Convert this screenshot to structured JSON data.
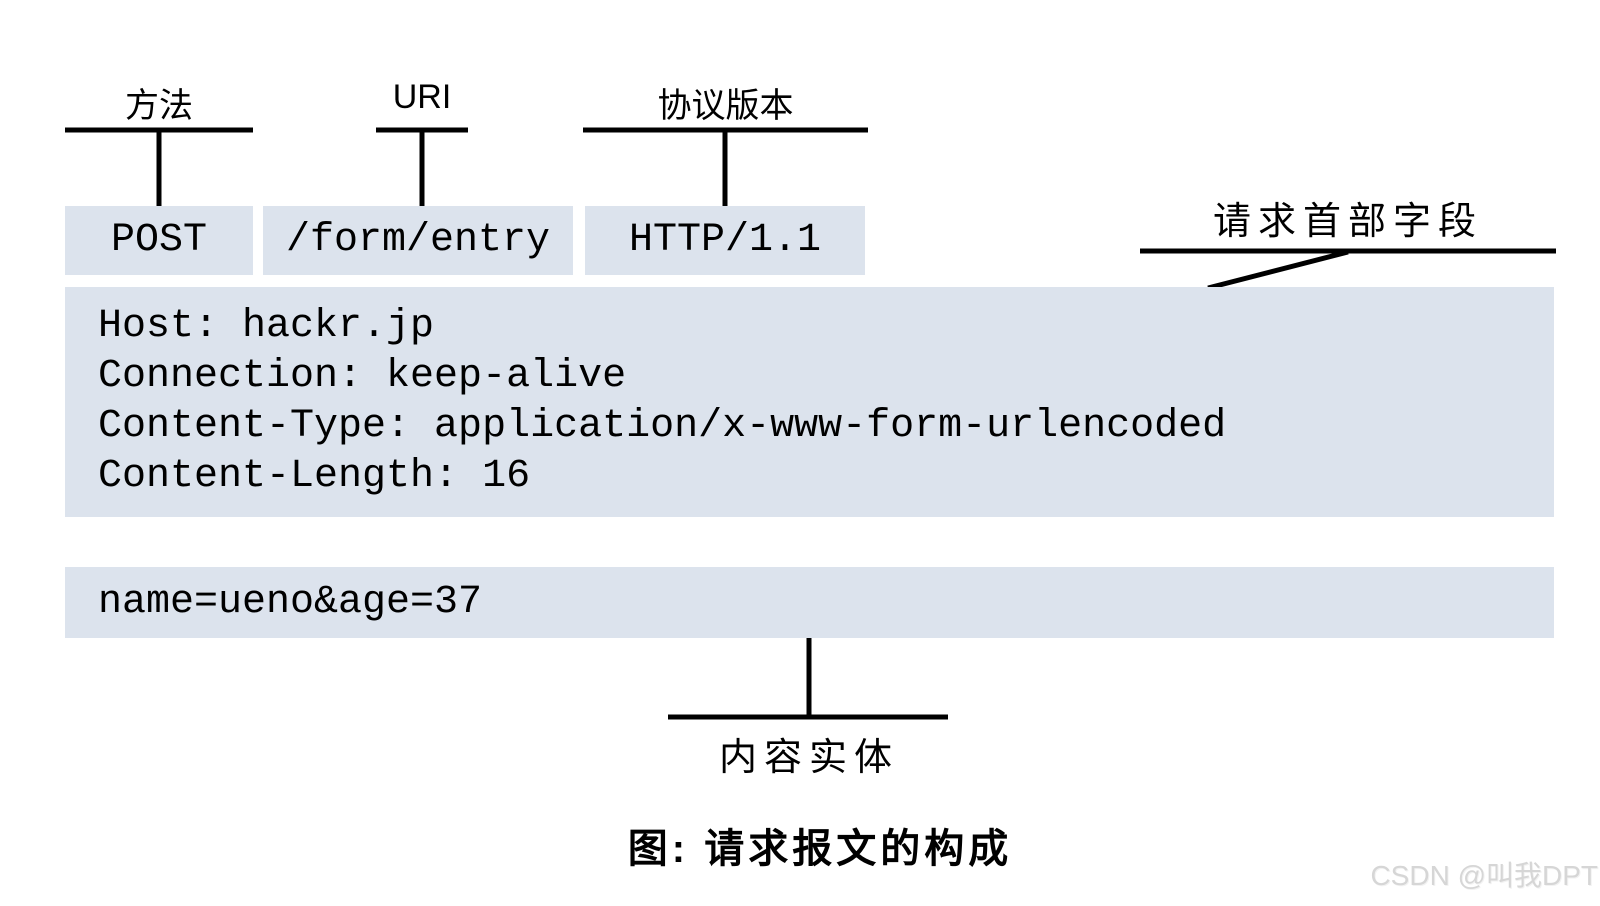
{
  "palette": {
    "box_fill": "#dce3ed",
    "line_color": "#000000",
    "text_color": "#000000",
    "watermark_color": "#d6d6d6"
  },
  "request_line": {
    "items": [
      {
        "label": "方法",
        "value": "POST"
      },
      {
        "label": "URI",
        "value": "/form/entry"
      },
      {
        "label": "协议版本",
        "value": "HTTP/1.1"
      }
    ]
  },
  "headers": {
    "label": "请求首部字段",
    "lines": [
      "Host: hackr.jp",
      "Connection: keep-alive",
      "Content-Type: application/x-www-form-urlencoded",
      "Content-Length: 16"
    ]
  },
  "body": {
    "label": "内容实体",
    "content": "name=ueno&age=37"
  },
  "caption": "图: 请求报文的构成",
  "watermark": "CSDN @叫我DPT"
}
